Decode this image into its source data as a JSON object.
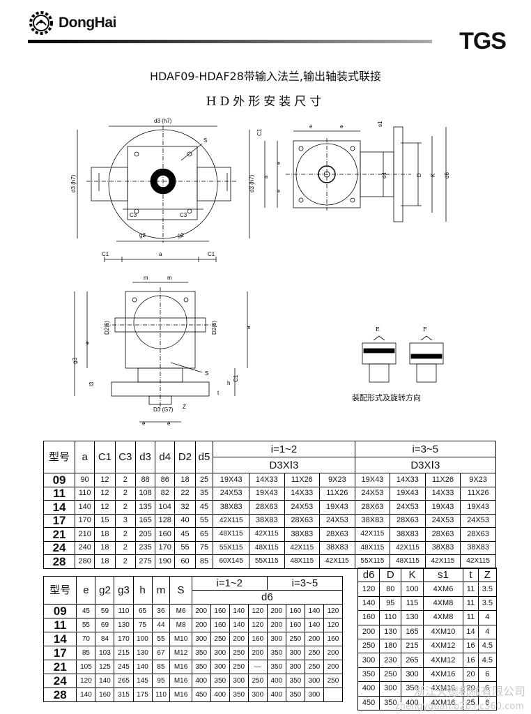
{
  "brand": {
    "name": "DongHai",
    "series": "TGS"
  },
  "heading": {
    "title": "HDAF09-HDAF28带输入法兰,输出轴装式联接",
    "subtitle": "HD外形安装尺寸"
  },
  "drawings": {
    "assembly_caption": "装配形式及旋转方向",
    "labels": {
      "d3_h7": "d3 (h7)",
      "s": "S",
      "d5": "d5",
      "c3": "C3",
      "g2": "g2",
      "c1": "C1",
      "e": "e",
      "a": "a",
      "s1": "s1",
      "d4": "d4",
      "D": "D",
      "K": "K",
      "d6": "d6",
      "m": "m",
      "d2_6": "D2(6)",
      "g3": "g3",
      "l3": "l3",
      "h": "h",
      "t": "t",
      "d3_g7": "D3(G7)",
      "z": "Z",
      "E": "E",
      "F": "F"
    }
  },
  "table1": {
    "headers": {
      "model": "型号",
      "a": "a",
      "c1": "C1",
      "c3": "C3",
      "d3": "d3",
      "d4": "d4",
      "D2": "D2",
      "d5": "d5",
      "ratio_low": "i=1~2",
      "ratio_high": "i=3~5",
      "d3xl3": "D3XⅠ3"
    },
    "rows": [
      [
        "09",
        "90",
        "12",
        "2",
        "88",
        "86",
        "18",
        "25",
        "19X43",
        "14X33",
        "11X26",
        "9X23",
        "19X43",
        "14X33",
        "11X26",
        "9X23"
      ],
      [
        "11",
        "110",
        "12",
        "2",
        "108",
        "82",
        "22",
        "35",
        "24X53",
        "19X43",
        "14X33",
        "11X26",
        "24X53",
        "19X43",
        "14X33",
        "11X26"
      ],
      [
        "14",
        "140",
        "12",
        "2",
        "135",
        "104",
        "32",
        "45",
        "38X83",
        "28X63",
        "24X53",
        "19X43",
        "28X63",
        "24X53",
        "19X43",
        "19X43"
      ],
      [
        "17",
        "170",
        "15",
        "3",
        "165",
        "128",
        "40",
        "55",
        "42X115",
        "38X83",
        "28X63",
        "24X53",
        "38X83",
        "28X63",
        "24X53",
        "24X53"
      ],
      [
        "21",
        "210",
        "18",
        "2",
        "205",
        "160",
        "45",
        "65",
        "48X115",
        "42X115",
        "38X83",
        "28X63",
        "42X115",
        "38X83",
        "28X63",
        "28X63"
      ],
      [
        "24",
        "240",
        "18",
        "2",
        "235",
        "170",
        "55",
        "75",
        "55X115",
        "48X115",
        "42X115",
        "38X83",
        "48X115",
        "42X115",
        "38X83",
        "38X83"
      ],
      [
        "28",
        "280",
        "18",
        "2",
        "275",
        "190",
        "60",
        "85",
        "60X145",
        "55X115",
        "48X115",
        "42X115",
        "55X115",
        "48X115",
        "42X115",
        "42X115"
      ]
    ]
  },
  "table2": {
    "headers": {
      "model": "型号",
      "e": "e",
      "g2": "g2",
      "g3": "g3",
      "h": "h",
      "m": "m",
      "s": "S",
      "ratio_low": "i=1~2",
      "ratio_high": "i=3~5",
      "d6": "d6"
    },
    "rows": [
      [
        "09",
        "45",
        "59",
        "110",
        "65",
        "36",
        "M6",
        "200",
        "160",
        "140",
        "120",
        "200",
        "160",
        "140",
        "120"
      ],
      [
        "11",
        "55",
        "69",
        "130",
        "75",
        "44",
        "M8",
        "200",
        "160",
        "140",
        "120",
        "200",
        "160",
        "140",
        "120"
      ],
      [
        "14",
        "70",
        "84",
        "170",
        "100",
        "55",
        "M10",
        "300",
        "250",
        "200",
        "160",
        "300",
        "250",
        "200",
        "160"
      ],
      [
        "17",
        "85",
        "103",
        "215",
        "130",
        "67",
        "M12",
        "350",
        "300",
        "250",
        "200",
        "350",
        "300",
        "250",
        "200"
      ],
      [
        "21",
        "105",
        "125",
        "245",
        "140",
        "85",
        "M16",
        "350",
        "300",
        "250",
        "—",
        "350",
        "300",
        "250",
        "200"
      ],
      [
        "24",
        "120",
        "140",
        "265",
        "145",
        "95",
        "M16",
        "400",
        "350",
        "300",
        "250",
        "400",
        "350",
        "300",
        "250"
      ],
      [
        "28",
        "140",
        "160",
        "315",
        "175",
        "110",
        "M16",
        "450",
        "400",
        "350",
        "300",
        "400",
        "350",
        "300",
        ""
      ]
    ]
  },
  "table3": {
    "headers": [
      "d6",
      "D",
      "K",
      "s1",
      "t",
      "Z"
    ],
    "rows": [
      [
        "120",
        "80",
        "100",
        "4XM6",
        "11",
        "3.5"
      ],
      [
        "140",
        "95",
        "115",
        "4XM8",
        "11",
        "3.5"
      ],
      [
        "160",
        "110",
        "130",
        "4XM8",
        "11",
        "4"
      ],
      [
        "200",
        "130",
        "165",
        "4XM10",
        "14",
        "4"
      ],
      [
        "250",
        "180",
        "215",
        "4XM12",
        "16",
        "4.5"
      ],
      [
        "300",
        "230",
        "265",
        "4XM12",
        "16",
        "4.5"
      ],
      [
        "350",
        "250",
        "300",
        "4XM16",
        "20",
        "6"
      ],
      [
        "400",
        "300",
        "350",
        "4XM16",
        "20",
        "6"
      ],
      [
        "450",
        "350",
        "400",
        "4XM16",
        "25",
        "6"
      ]
    ]
  },
  "watermark": {
    "company": "浙江天德机械有限公司",
    "url": "zhengyquan.b2b.hc360.com"
  }
}
